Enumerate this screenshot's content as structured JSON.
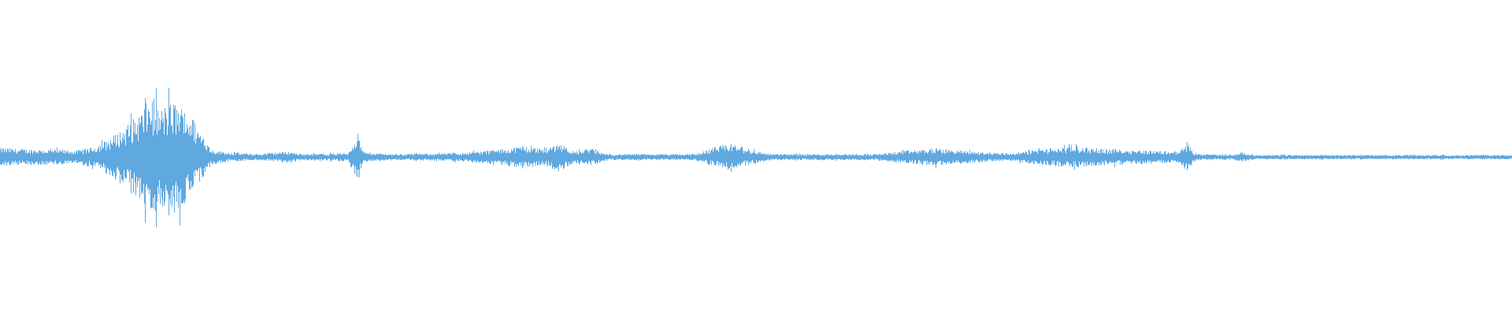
{
  "waveform": {
    "color": "#5fa8e0",
    "background": "#ffffff",
    "duration_fraction_note_free": true,
    "amplitude_envelope": [
      [
        0.0,
        0.1
      ],
      [
        0.01,
        0.09
      ],
      [
        0.03,
        0.08
      ],
      [
        0.05,
        0.07
      ],
      [
        0.06,
        0.1
      ],
      [
        0.07,
        0.18
      ],
      [
        0.08,
        0.3
      ],
      [
        0.09,
        0.45
      ],
      [
        0.095,
        0.55
      ],
      [
        0.1,
        0.7
      ],
      [
        0.105,
        0.52
      ],
      [
        0.11,
        0.58
      ],
      [
        0.115,
        0.62
      ],
      [
        0.12,
        0.55
      ],
      [
        0.125,
        0.5
      ],
      [
        0.13,
        0.35
      ],
      [
        0.135,
        0.2
      ],
      [
        0.14,
        0.08
      ],
      [
        0.15,
        0.05
      ],
      [
        0.17,
        0.03
      ],
      [
        0.19,
        0.06
      ],
      [
        0.2,
        0.03
      ],
      [
        0.23,
        0.04
      ],
      [
        0.236,
        0.28
      ],
      [
        0.24,
        0.05
      ],
      [
        0.26,
        0.03
      ],
      [
        0.3,
        0.04
      ],
      [
        0.33,
        0.08
      ],
      [
        0.345,
        0.12
      ],
      [
        0.36,
        0.09
      ],
      [
        0.37,
        0.16
      ],
      [
        0.38,
        0.05
      ],
      [
        0.39,
        0.1
      ],
      [
        0.4,
        0.03
      ],
      [
        0.46,
        0.03
      ],
      [
        0.475,
        0.12
      ],
      [
        0.485,
        0.14
      ],
      [
        0.495,
        0.08
      ],
      [
        0.51,
        0.03
      ],
      [
        0.58,
        0.03
      ],
      [
        0.6,
        0.07
      ],
      [
        0.62,
        0.09
      ],
      [
        0.65,
        0.05
      ],
      [
        0.67,
        0.04
      ],
      [
        0.69,
        0.09
      ],
      [
        0.71,
        0.11
      ],
      [
        0.73,
        0.09
      ],
      [
        0.76,
        0.07
      ],
      [
        0.78,
        0.06
      ],
      [
        0.785,
        0.16
      ],
      [
        0.79,
        0.03
      ],
      [
        0.815,
        0.02
      ],
      [
        0.82,
        0.05
      ],
      [
        0.83,
        0.02
      ],
      [
        1.0,
        0.02
      ]
    ]
  }
}
